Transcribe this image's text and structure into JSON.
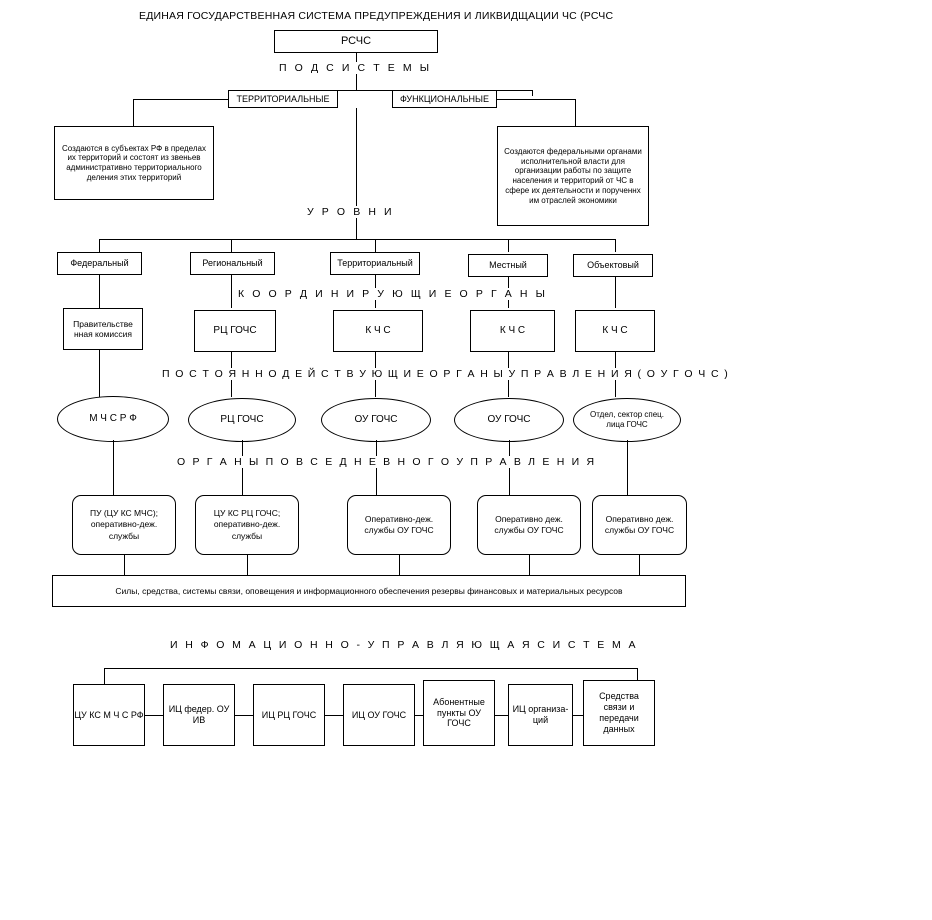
{
  "title": "ЕДИНАЯ ГОСУДАРСТВЕННАЯ СИСТЕМА ПРЕДУПРЕЖДЕНИЯ И ЛИКВИДЩАЦИИ ЧС (РСЧС",
  "root": {
    "label": "РСЧС"
  },
  "sections": {
    "subsystems": "П О Д С И С    Т Е М Ы",
    "levels": "У Р О В Н И",
    "coordinating": "К О О Р Д И Н И Р У Ю  Щ И Е   О Р Г А Н Ы",
    "permanent": "П О С Т О Я Н Н О  Д Е Й С Т В У Ю Щ И Е   О Р Г А Н Ы   У П Р А В Л Е Н И Я   ( О У  Г О Ч С )",
    "daily": "О Р Г А Н Ы     П О В С Е Д Н Е В Н О Г О    У П Р А В Л Е Н И Я",
    "infosystem": "И Н Ф О М А Ц И О Н Н О - У П Р А В Л Я Ю Щ А Я   С И С Т Е М А"
  },
  "subsystems": [
    {
      "label": "ТЕРРИТОРИАЛЬНЫЕ"
    },
    {
      "label": "ФУНКЦИОНАЛЬНЫЕ"
    }
  ],
  "descriptions": {
    "territorial": "Создаются в субъектах РФ в пределах их территорий и состоят из звеньев административно территориального деления этих территорий",
    "functional": "Создаются федеральными органами исполнительной власти для организации работы по защите населения и территорий от ЧС в сфере их деятельности и порученнх им отраслей экономики"
  },
  "levels": [
    {
      "label": "Федеральный"
    },
    {
      "label": "Региональный"
    },
    {
      "label": "Территориальный"
    },
    {
      "label": "Местный"
    },
    {
      "label": "Объектовый"
    }
  ],
  "coordinating_organs": [
    {
      "label": "Правительстве нная комиссия"
    },
    {
      "label": "РЦ ГОЧС"
    },
    {
      "label": "К Ч С"
    },
    {
      "label": "К Ч С"
    },
    {
      "label": "К Ч С"
    }
  ],
  "permanent_organs": [
    {
      "label": "М Ч С   Р Ф"
    },
    {
      "label": "РЦ ГОЧС"
    },
    {
      "label": "ОУ ГОЧС"
    },
    {
      "label": "ОУ ГОЧС"
    },
    {
      "label": "Отдел, сектор спец. лица ГОЧС"
    }
  ],
  "daily_organs": [
    {
      "label": "ПУ (ЦУ КС МЧС); оперативно-деж. службы"
    },
    {
      "label": "ЦУ КС РЦ ГОЧС; оперативно-деж. службы"
    },
    {
      "label": "Оперативно-деж. службы ОУ ГОЧС"
    },
    {
      "label": "Оперативно деж. службы ОУ ГОЧС"
    },
    {
      "label": "Оперативно деж. службы ОУ ГОЧС"
    }
  ],
  "resources_bar": "Силы, средства, системы связи, оповещения и  информационного обеспечения резервы финансовых и материальных ресурсов",
  "info_nodes": [
    {
      "label": "ЦУ  КС М Ч С  РФ"
    },
    {
      "label": "ИЦ федер. ОУ ИВ"
    },
    {
      "label": "ИЦ  РЦ ГОЧС"
    },
    {
      "label": "ИЦ  ОУ ГОЧС"
    },
    {
      "label": "Абонентные пункты ОУ ГОЧС"
    },
    {
      "label": "ИЦ организа- ций"
    },
    {
      "label": "Средства связи и передачи данных"
    }
  ],
  "colors": {
    "line": "#000000",
    "background": "#ffffff"
  }
}
